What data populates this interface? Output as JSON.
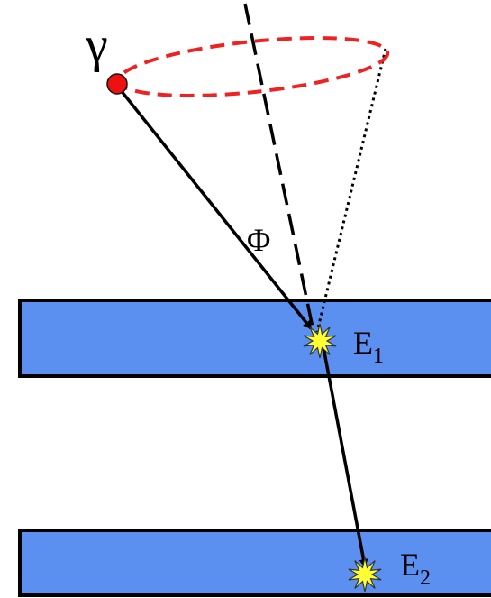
{
  "labels": {
    "gamma": "γ",
    "phi": "Φ",
    "e1_main": "E",
    "e1_sub": "1",
    "e2_main": "E",
    "e2_sub": "2"
  },
  "colors": {
    "detector_fill": "#5b8ff0",
    "detector_stroke": "#000000",
    "cone_ellipse": "#ee2222",
    "source_dot": "#ee1111",
    "interaction_star": "#ffff33",
    "star_outline": "#333333",
    "lines": "#000000"
  },
  "icons": {
    "source": "gamma-source-dot",
    "interaction": "interaction-starburst"
  }
}
